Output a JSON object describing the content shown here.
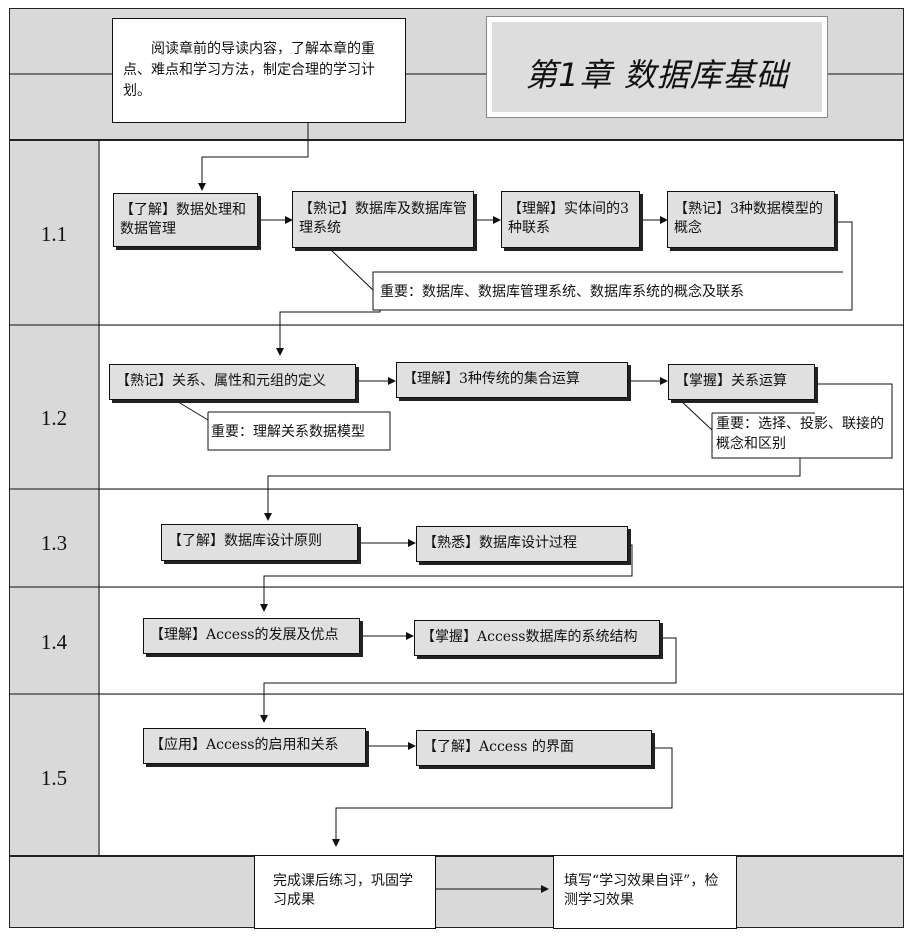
{
  "header": {
    "intro_text": "阅读章前的导读内容，了解本章的重点、难点和学习方法，制定合理的学习计划。",
    "chapter_title": "第1章  数据库基础"
  },
  "sections": [
    {
      "label": "1.1",
      "boxes": [
        "【了解】数据处理和数据管理",
        "【熟记】数据库及数据库管理系统",
        "【理解】实体间的3种联系",
        "【熟记】3种数据模型的概念"
      ],
      "note": "重要：数据库、数据库管理系统、数据库系统的概念及联系"
    },
    {
      "label": "1.2",
      "boxes": [
        "【熟记】关系、属性和元组的定义",
        "【理解】3种传统的集合运算",
        "【掌握】关系运算"
      ],
      "notes": [
        "重要：理解关系数据模型",
        "重要：选择、投影、联接的概念和区别"
      ]
    },
    {
      "label": "1.3",
      "boxes": [
        "【了解】数据库设计原则",
        "【熟悉】数据库设计过程"
      ]
    },
    {
      "label": "1.4",
      "boxes": [
        "【理解】Access的发展及优点",
        "【掌握】Access数据库的系统结构"
      ]
    },
    {
      "label": "1.5",
      "boxes": [
        "【应用】Access的启用和关系",
        "【了解】Access 的界面"
      ]
    }
  ],
  "footer": {
    "box1": "完成课后练习，巩固学习成果",
    "box2": "填写“学习效果自评”，检测学习效果"
  }
}
